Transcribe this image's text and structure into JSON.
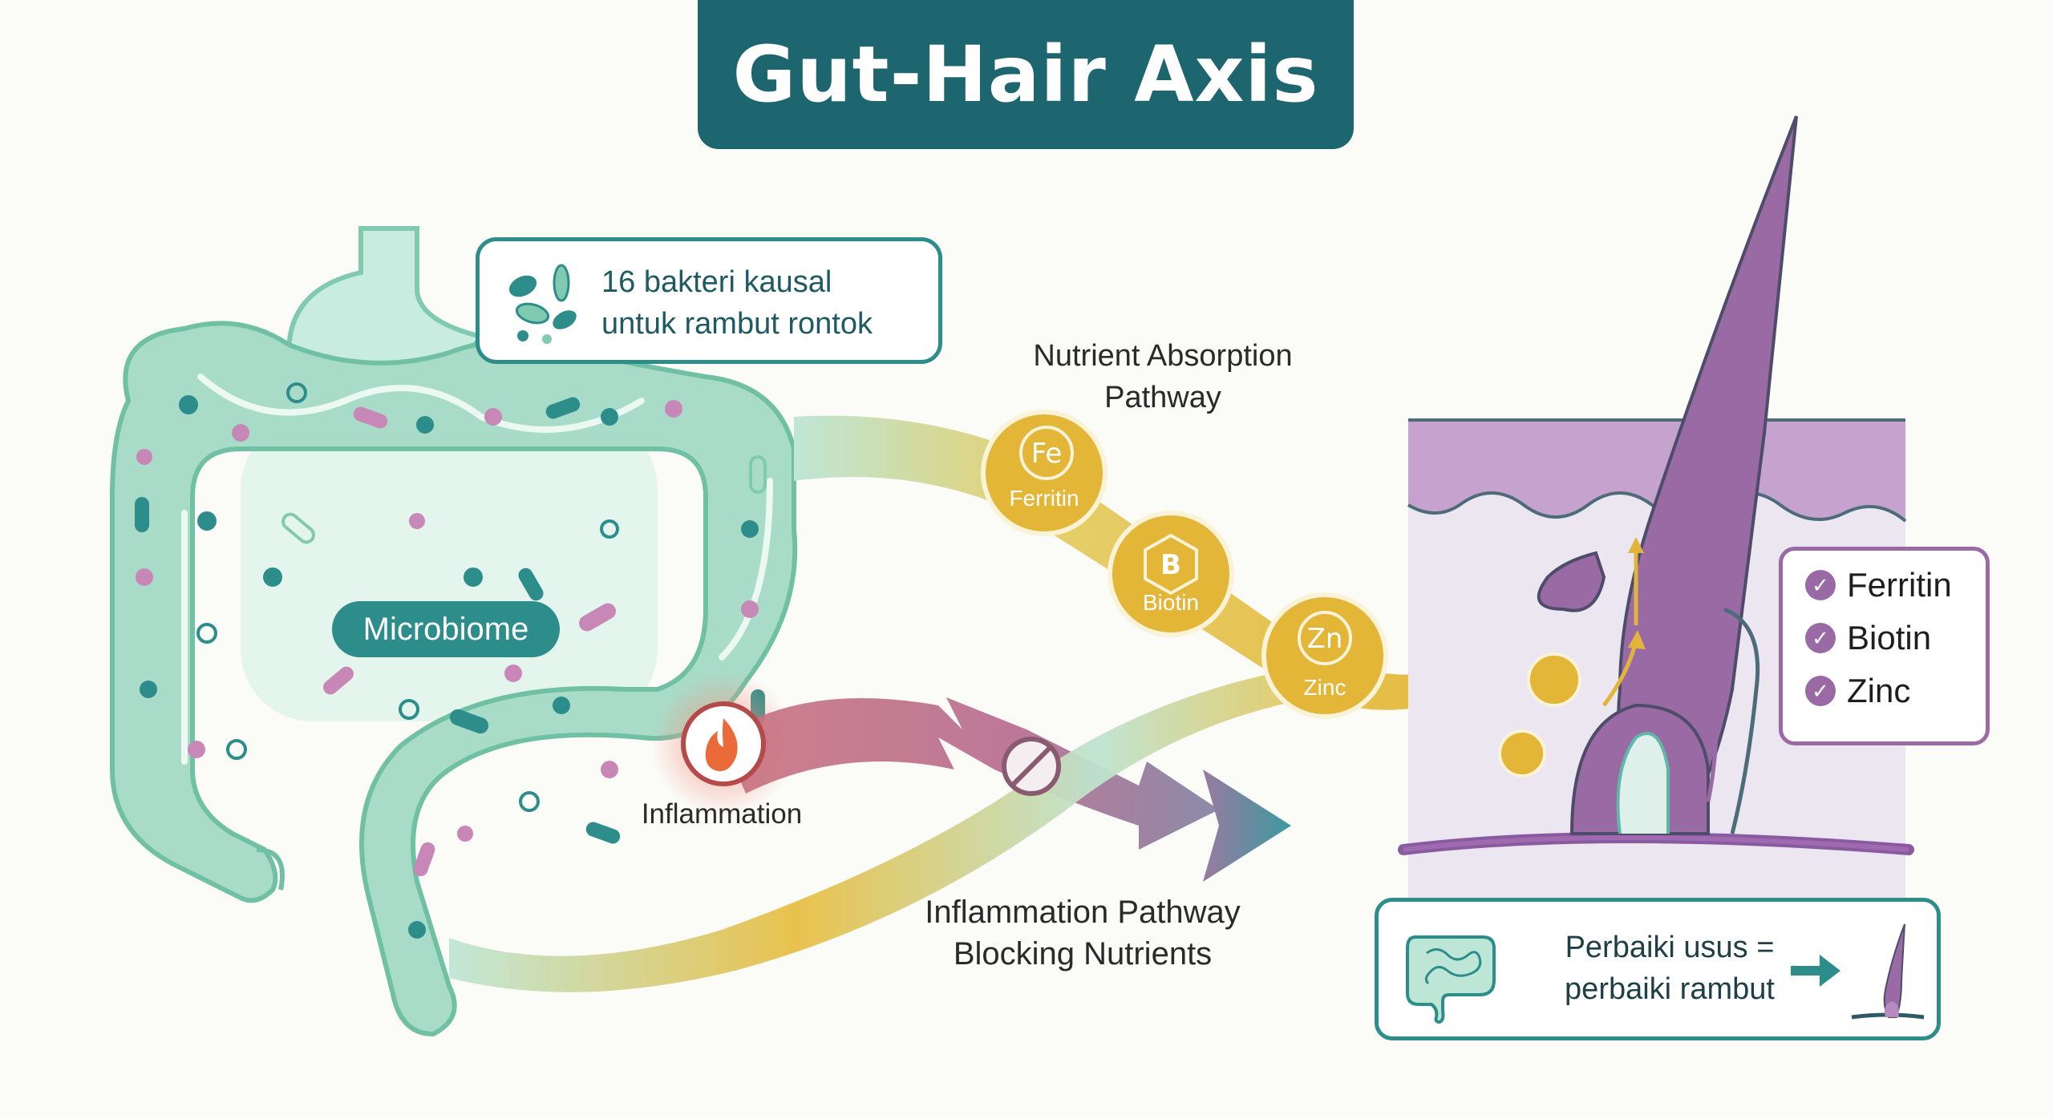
{
  "title": "Gut-Hair Axis",
  "callout": {
    "line1": "16 bakteri kausal",
    "line2": "untuk rambut rontok",
    "icon": "bacteria-icon"
  },
  "microbiome_label": "Microbiome",
  "inflammation_label": "Inflammation",
  "nutrient_pathway": {
    "line1": "Nutrient Absorption",
    "line2": "Pathway"
  },
  "inflammation_pathway": {
    "line1": "Inflammation Pathway",
    "line2": "Blocking Nutrients"
  },
  "nutrients": [
    {
      "symbol": "Fe",
      "label": "Ferritin"
    },
    {
      "symbol": "B",
      "label": "Biotin"
    },
    {
      "symbol": "Zn",
      "label": "Zinc"
    }
  ],
  "checklist": [
    "Ferritin",
    "Biotin",
    "Zinc"
  ],
  "summary": {
    "line1": "Perbaiki usus =",
    "line2": "perbaiki rambut"
  },
  "colors": {
    "teal": "#2c8d8a",
    "dark_teal": "#1d6670",
    "gut_green": "#a8dcc9",
    "gold": "#e3b43a",
    "purple": "#9a6aa5",
    "inflammation_red": "#b86a80"
  }
}
